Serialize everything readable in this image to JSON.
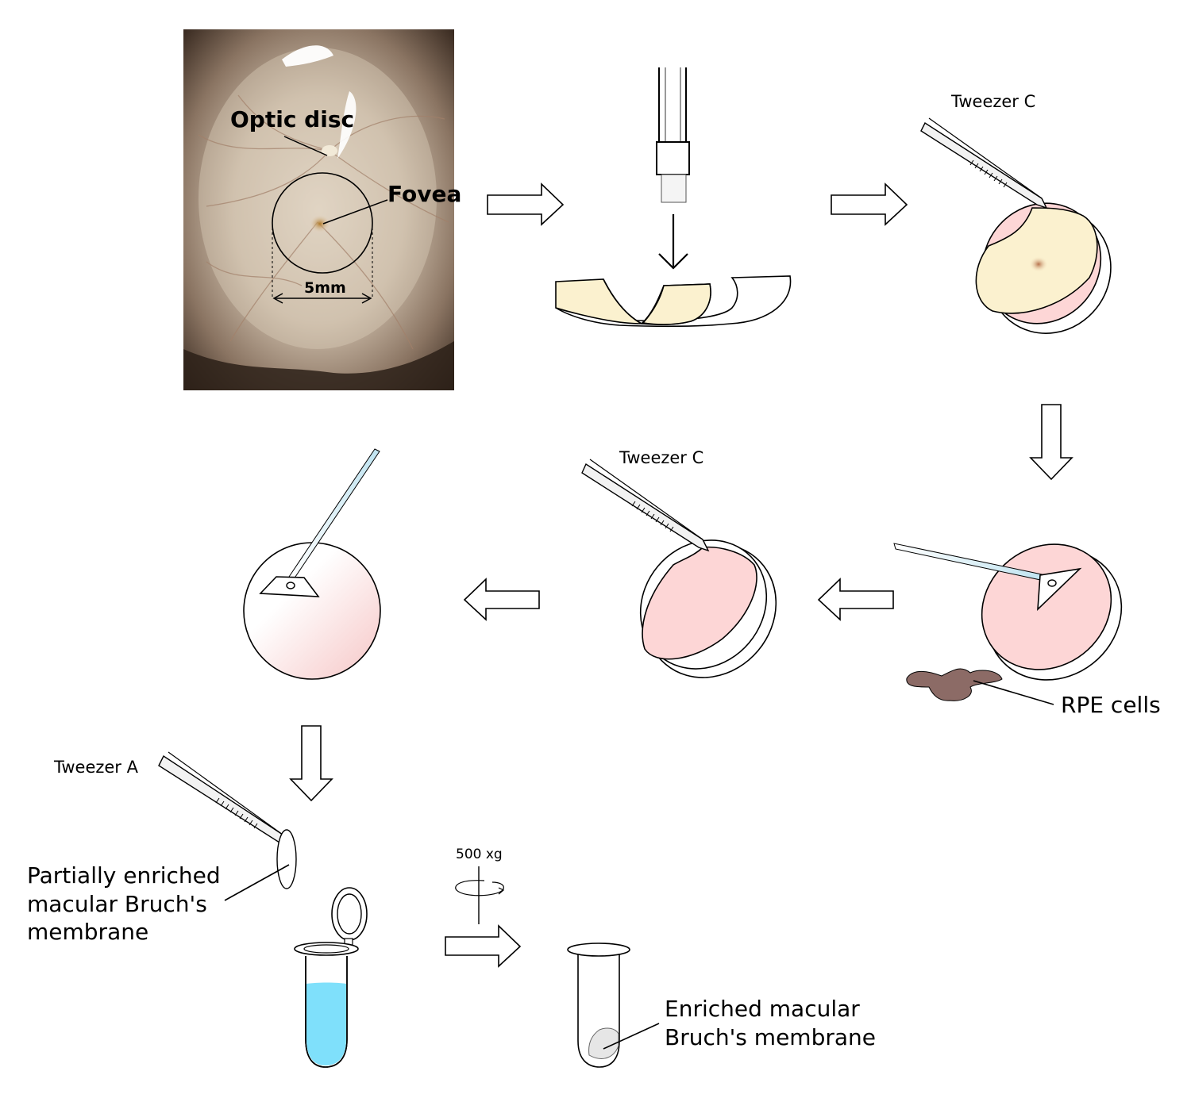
{
  "photo": {
    "optic_disc_label": "Optic disc",
    "fovea_label": "Fovea",
    "scale_label": "5mm"
  },
  "step3": {
    "tweezer_label": "Tweezer C"
  },
  "step4": {
    "rpe_label": "RPE cells"
  },
  "step5": {
    "tweezer_label": "Tweezer C"
  },
  "step7": {
    "tweezer_label": "Tweezer A",
    "membrane_label_lines": [
      "Partially enriched",
      "macular Bruch's",
      "membrane"
    ]
  },
  "centrifuge": {
    "speed_label": "500 xg"
  },
  "result": {
    "label_lines": [
      "Enriched macular",
      "Bruch's membrane"
    ]
  },
  "colors": {
    "tissue_yellow": "#fbf1cf",
    "tissue_pink": "#fdd6d6",
    "rpe_brown": "#8c6b66",
    "buffer_blue": "#7fe0fb",
    "pipette_blue": "#cfeaf3"
  }
}
